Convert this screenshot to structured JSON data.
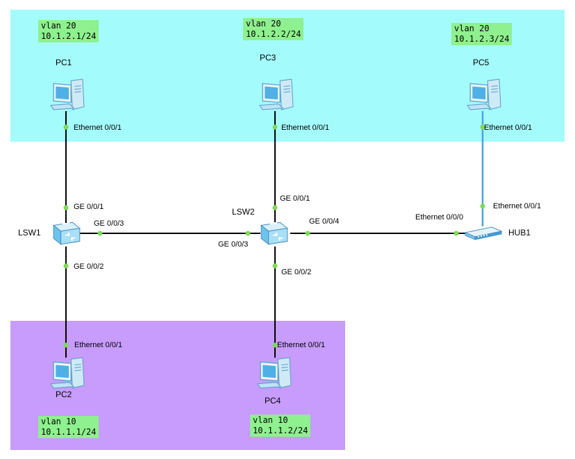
{
  "colors": {
    "vlan20_zone": "#a4fbfb",
    "vlan10_zone": "#c79cfc",
    "note_bg": "#8ef08e",
    "link": "#000000",
    "hub_link": "#4aa3e0",
    "port_dot": "#7ed957"
  },
  "notes": {
    "pc1": {
      "vlan": "vlan 20",
      "ip": "10.1.2.1/24"
    },
    "pc3": {
      "vlan": "vlan 20",
      "ip": "10.1.2.2/24"
    },
    "pc5": {
      "vlan": "vlan 20",
      "ip": "10.1.2.3/24"
    },
    "pc2": {
      "vlan": "vlan 10",
      "ip": "10.1.1.1/24"
    },
    "pc4": {
      "vlan": "vlan 10",
      "ip": "10.1.1.2/24"
    }
  },
  "devices": {
    "pc1": {
      "name": "PC1",
      "icon": "pc-icon"
    },
    "pc2": {
      "name": "PC2",
      "icon": "pc-icon"
    },
    "pc3": {
      "name": "PC3",
      "icon": "pc-icon"
    },
    "pc4": {
      "name": "PC4",
      "icon": "pc-icon"
    },
    "pc5": {
      "name": "PC5",
      "icon": "pc-icon"
    },
    "lsw1": {
      "name": "LSW1",
      "icon": "switch-icon"
    },
    "lsw2": {
      "name": "LSW2",
      "icon": "switch-icon"
    },
    "hub1": {
      "name": "HUB1",
      "icon": "hub-icon"
    }
  },
  "ports": {
    "pc1_eth": "Ethernet 0/0/1",
    "pc3_eth": "Ethernet 0/0/1",
    "pc5_eth": "Ethernet 0/0/1",
    "lsw1_ge1": "GE 0/0/1",
    "lsw1_ge3": "GE 0/0/3",
    "lsw1_ge2": "GE 0/0/2",
    "lsw2_ge1": "GE 0/0/1",
    "lsw2_ge3": "GE 0/0/3",
    "lsw2_ge4": "GE 0/0/4",
    "lsw2_ge2": "GE 0/0/2",
    "hub_eth1": "Ethernet 0/0/1",
    "hub_eth0": "Ethernet 0/0/0",
    "pc2_eth": "Ethernet 0/0/1",
    "pc4_eth": "Ethernet 0/0/1"
  }
}
